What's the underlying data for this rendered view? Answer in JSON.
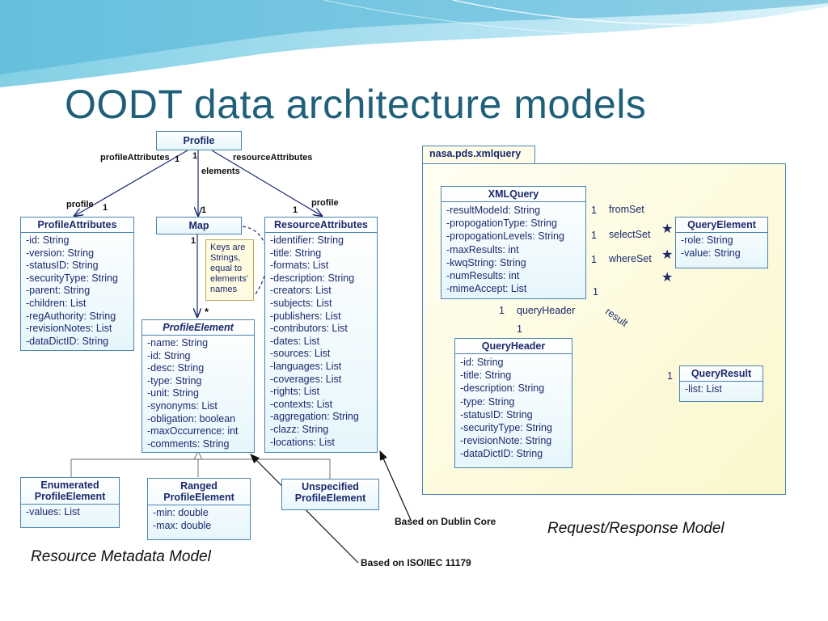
{
  "title": "OODT data architecture models",
  "captions": {
    "resource_model": "Resource Metadata Model",
    "request_model": "Request/Response Model",
    "dublin_core": "Based on Dublin Core",
    "iso": "Based on ISO/IEC 11179"
  },
  "classes": {
    "profile": "Profile",
    "map": "Map",
    "profile_attributes": {
      "name": "ProfileAttributes",
      "attrs": [
        "-id: String",
        "-version: String",
        "-statusID: String",
        "-securityType: String",
        "-parent: String",
        "-children: List",
        "-regAuthority: String",
        "-revisionNotes: List",
        "-dataDictID: String"
      ]
    },
    "resource_attributes": {
      "name": "ResourceAttributes",
      "attrs": [
        "-identifier: String",
        "-title: String",
        "-formats: List",
        "-description: String",
        "-creators: List",
        "-subjects: List",
        "-publishers: List",
        "-contributors: List",
        "-dates: List",
        "-sources: List",
        "-languages: List",
        "-coverages: List",
        "-rights: List",
        "-contexts: List",
        "-aggregation: String",
        "-clazz: String",
        "-locations: List"
      ]
    },
    "profile_element": {
      "name": "ProfileElement",
      "attrs": [
        "-name: String",
        "-id: String",
        "-desc: String",
        "-type: String",
        "-unit: String",
        "-synonyms: List",
        "-obligation: boolean",
        "-maxOccurrence: int",
        "-comments: String"
      ]
    },
    "enumerated": {
      "name1": "Enumerated",
      "name2": "ProfileElement",
      "attrs": [
        "-values: List"
      ]
    },
    "ranged": {
      "name1": "Ranged",
      "name2": "ProfileElement",
      "attrs": [
        "-min: double",
        "-max: double"
      ]
    },
    "unspecified": {
      "name1": "Unspecified",
      "name2": "ProfileElement"
    },
    "xmlquery": {
      "name": "XMLQuery",
      "attrs": [
        "-resultModeId: String",
        "-propogationType: String",
        "-propogationLevels: String",
        "-maxResults: int",
        "-kwqString: String",
        "-numResults: int",
        "-mimeAccept: List"
      ]
    },
    "query_element": {
      "name": "QueryElement",
      "attrs": [
        "-role: String",
        "-value: String"
      ]
    },
    "query_header": {
      "name": "QueryHeader",
      "attrs": [
        "-id: String",
        "-title: String",
        "-description: String",
        "-type: String",
        "-statusID: String",
        "-securityType: String",
        "-revisionNote: String",
        "-dataDictID: String"
      ]
    },
    "query_result": {
      "name": "QueryResult",
      "attrs": [
        "-list: List"
      ]
    }
  },
  "note": {
    "line1": "Keys are",
    "line2": "Strings,",
    "line3": "equal to",
    "line4": "elements'",
    "line5": "names"
  },
  "package": "nasa.pds.xmlquery",
  "labels": {
    "profile_attributes_role": "profileAttributes",
    "resource_attributes_role": "resourceAttributes",
    "elements": "elements",
    "profile_left": "profile",
    "profile_right": "profile",
    "one": "1",
    "many": "*",
    "from_set": "fromSet",
    "select_set": "selectSet",
    "where_set": "whereSet",
    "query_header_role": "queryHeader",
    "result": "result"
  }
}
